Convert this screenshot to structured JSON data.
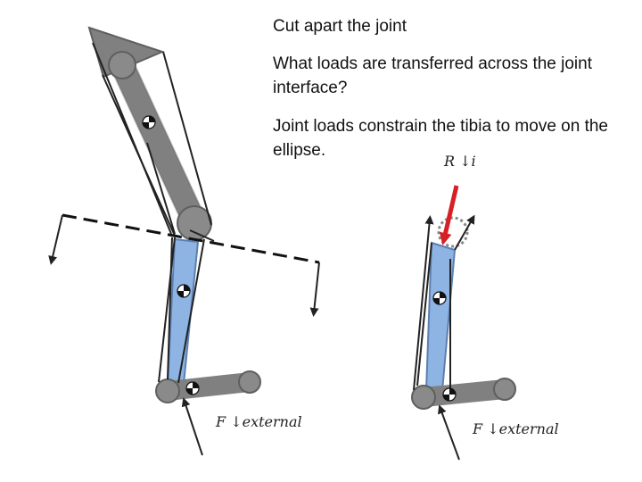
{
  "text": {
    "line1": "Cut apart the joint",
    "line2": "What loads are transferred across the joint interface?",
    "line3": "Joint loads constrain the tibia to move on the ellipse."
  },
  "labels": {
    "reaction": "R ↓i",
    "external_left": "F ↓external",
    "external_right": "F ↓external"
  },
  "colors": {
    "bone": "#808080",
    "bone_stroke": "#5f5f5f",
    "tibia": "#8db4e2",
    "tibia_stroke": "#5d7fb0",
    "muscle_line": "#222222",
    "reaction_arrow": "#d71f26",
    "joint_circle": "#888888"
  }
}
